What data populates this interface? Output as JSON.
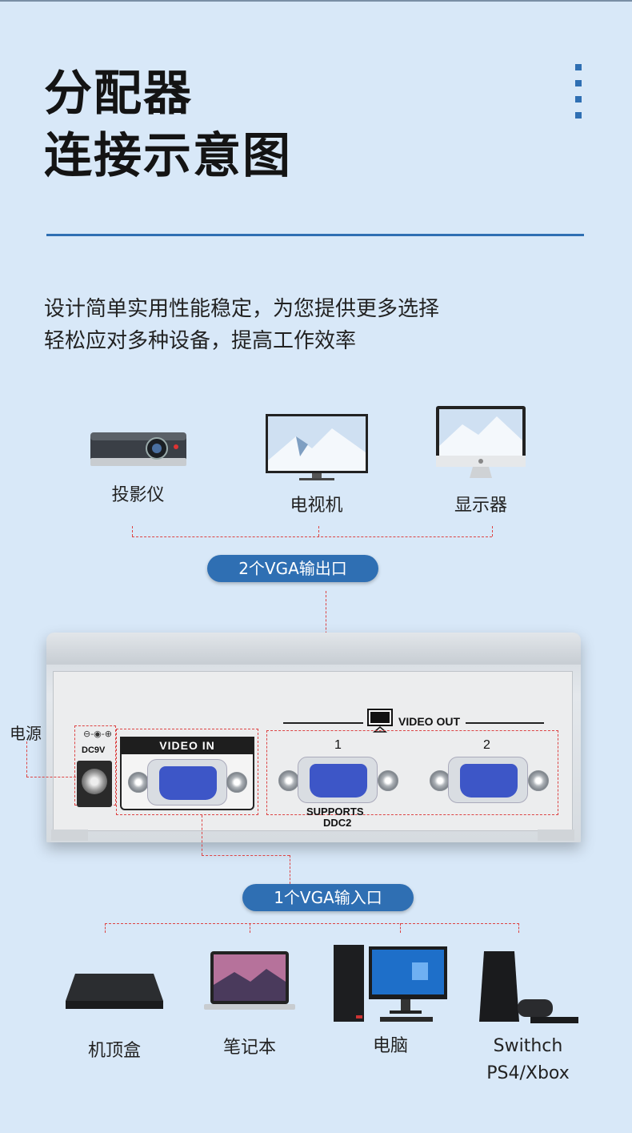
{
  "header": {
    "title_line1": "分配器",
    "title_line2": "连接示意图"
  },
  "description": {
    "line1": "设计简单实用性能稳定，为您提供更多选择",
    "line2": "轻松应对多种设备，提高工作效率"
  },
  "outputs": {
    "pill_label": "2个VGA输出口",
    "devices": [
      {
        "icon": "projector-icon",
        "label": "投影仪"
      },
      {
        "icon": "tv-icon",
        "label": "电视机"
      },
      {
        "icon": "monitor-icon",
        "label": "显示器"
      }
    ]
  },
  "splitter": {
    "power_label": "电源",
    "dc_label": "DC9V",
    "video_in_label": "VIDEO IN",
    "video_out_label": "VIDEO OUT",
    "port1_label": "1",
    "port2_label": "2",
    "supports_line1": "SUPPORTS",
    "supports_line2": "DDC2"
  },
  "inputs": {
    "pill_label": "1个VGA输入口",
    "devices": [
      {
        "icon": "set-top-box-icon",
        "label": "机顶盒"
      },
      {
        "icon": "laptop-icon",
        "label": "笔记本"
      },
      {
        "icon": "desktop-pc-icon",
        "label": "电脑"
      },
      {
        "icon": "game-console-icon",
        "label": "Swithch",
        "label2": "PS4/Xbox"
      }
    ]
  },
  "colors": {
    "background": "#d8e8f8",
    "accent": "#2f6fb3",
    "connector_line": "#dd4444",
    "vga_port": "#3d56c7"
  }
}
